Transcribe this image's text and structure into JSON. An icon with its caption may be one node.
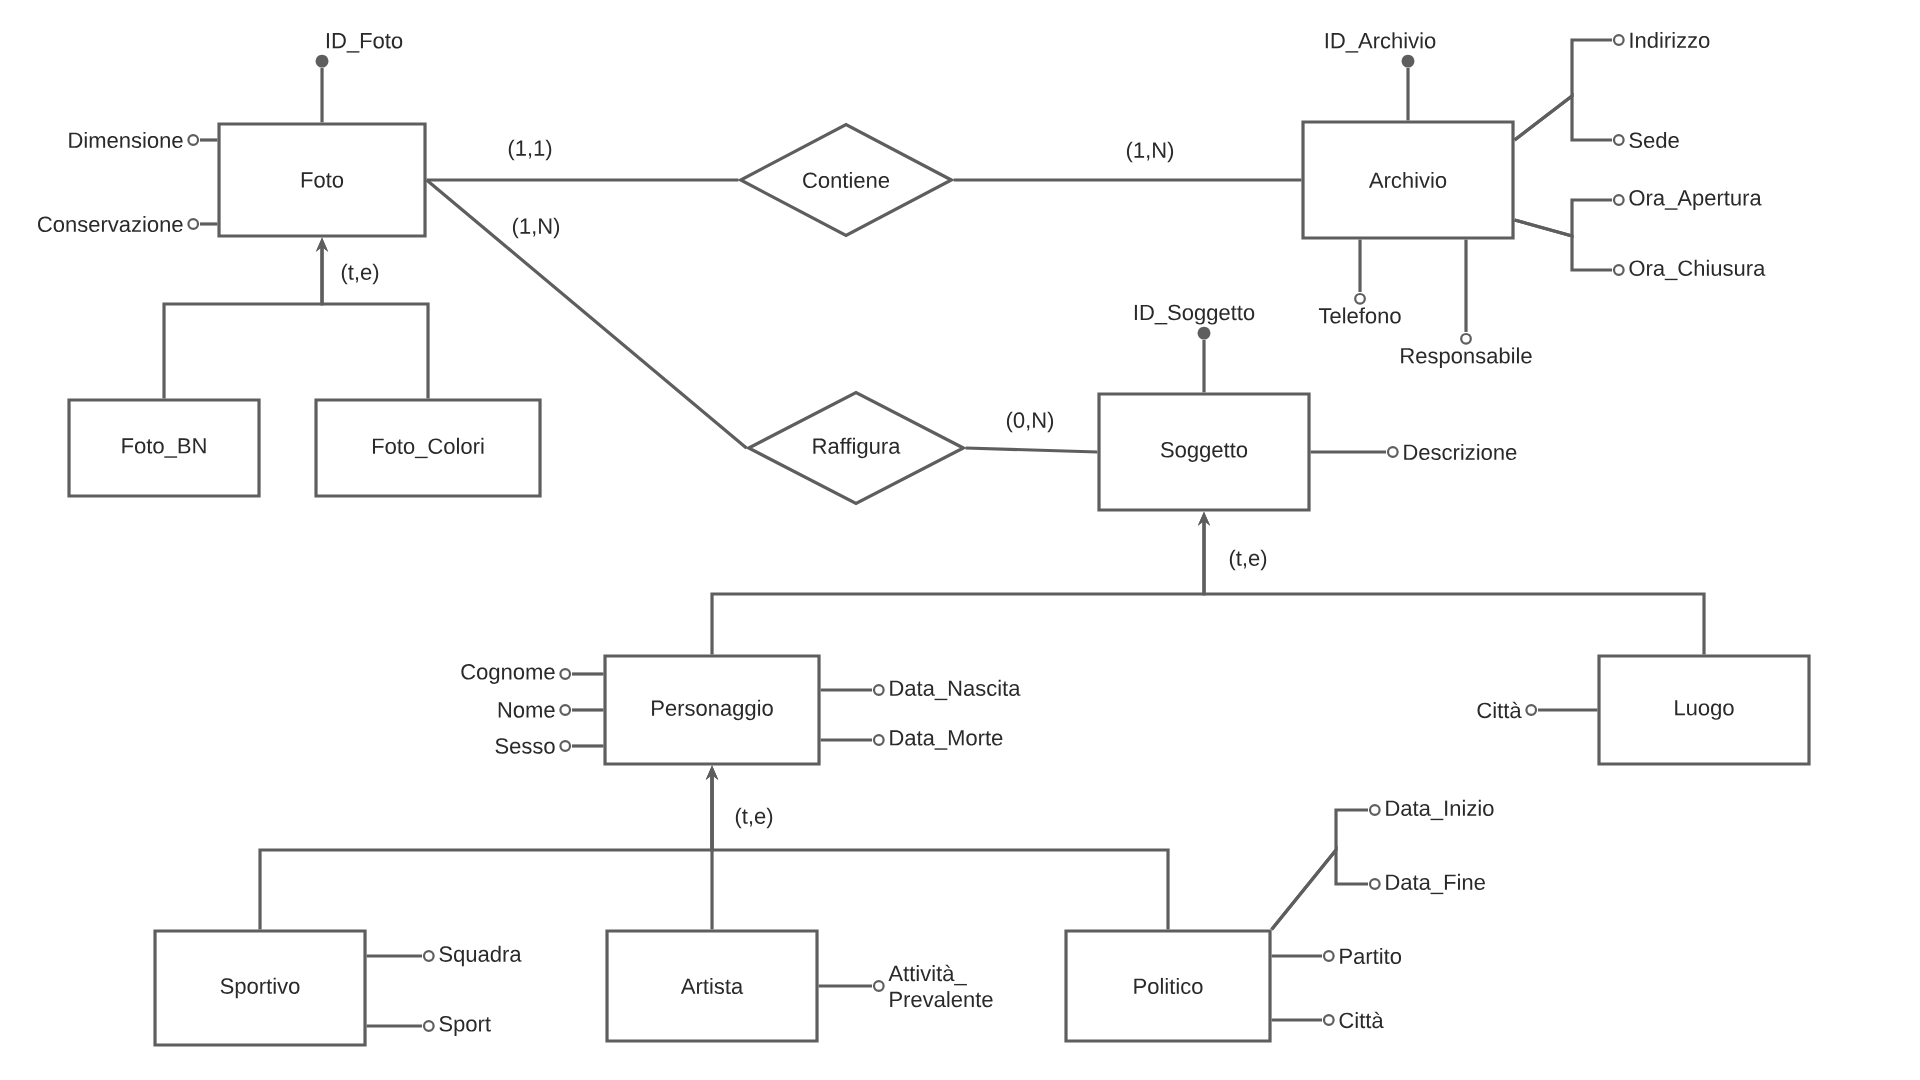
{
  "diagram": {
    "nodes": [
      {
        "text": [
          "ID_Foto"
        ]
      },
      {
        "text": [
          "Dimensione"
        ]
      },
      {
        "text": [
          "Foto"
        ]
      },
      {
        "text": [
          "Conservazione"
        ]
      },
      {
        "text": [
          "Contiene"
        ]
      },
      {
        "text": [
          "ID_Archivio"
        ]
      },
      {
        "text": [
          "Archivio"
        ]
      },
      {
        "text": [
          "Indirizzo"
        ]
      },
      {
        "text": [
          "Sede"
        ]
      },
      {
        "text": [
          "Ora_Apertura"
        ]
      },
      {
        "text": [
          "Ora_Chiusura"
        ]
      },
      {
        "text": [
          "ID_Soggetto"
        ]
      },
      {
        "text": [
          "Telefono"
        ]
      },
      {
        "text": [
          "Responsabile"
        ]
      },
      {
        "text": [
          "Foto_BN"
        ]
      },
      {
        "text": [
          "Foto_Colori"
        ]
      },
      {
        "text": [
          "Raffigura"
        ]
      },
      {
        "text": [
          "Soggetto"
        ]
      },
      {
        "text": [
          "Descrizione"
        ]
      },
      {
        "text": [
          "Cognome"
        ]
      },
      {
        "text": [
          "Nome"
        ]
      },
      {
        "text": [
          "Sesso"
        ]
      },
      {
        "text": [
          "Personaggio"
        ]
      },
      {
        "text": [
          "Data_Nascita"
        ]
      },
      {
        "text": [
          "Data_Morte"
        ]
      },
      {
        "text": [
          "Città"
        ]
      },
      {
        "text": [
          "Luogo"
        ]
      },
      {
        "text": [
          "Data_Inizio"
        ]
      },
      {
        "text": [
          "Data_Fine"
        ]
      },
      {
        "text": [
          "Sportivo"
        ]
      },
      {
        "text": [
          "Squadra"
        ]
      },
      {
        "text": [
          "Sport"
        ]
      },
      {
        "text": [
          "Artista"
        ]
      },
      {
        "text": [
          "Attività_ Prevalente"
        ]
      },
      {
        "text": [
          "Politico"
        ]
      },
      {
        "text": [
          "Partito"
        ]
      },
      {
        "text": [
          "Città"
        ]
      }
    ],
    "edges": [
      {
        "from": 2,
        "to": 0,
        "arrow": "none"
      },
      {
        "from": 2,
        "to": 1,
        "arrow": "none"
      },
      {
        "from": 2,
        "to": 3,
        "arrow": "none"
      },
      {
        "from": 2,
        "to": 4,
        "arrow": "none",
        "label": "(1,1)"
      },
      {
        "from": 4,
        "to": 6,
        "arrow": "none",
        "label": "(1,N)"
      },
      {
        "from": 6,
        "to": 5,
        "arrow": "none"
      },
      {
        "from": 6,
        "to": 7,
        "arrow": "none"
      },
      {
        "from": 6,
        "to": 8,
        "arrow": "none"
      },
      {
        "from": 6,
        "to": 9,
        "arrow": "none"
      },
      {
        "from": 6,
        "to": 10,
        "arrow": "none"
      },
      {
        "from": 6,
        "to": 12,
        "arrow": "none"
      },
      {
        "from": 6,
        "to": 13,
        "arrow": "none"
      },
      {
        "from": 14,
        "to": 2,
        "arrow": "to"
      },
      {
        "from": 15,
        "to": 2,
        "arrow": "to"
      },
      {
        "from": 2,
        "to": 16,
        "arrow": "none",
        "label": "(1,N)"
      },
      {
        "from": 16,
        "to": 17,
        "arrow": "none",
        "label": "(0,N)"
      },
      {
        "from": 17,
        "to": 11,
        "arrow": "none"
      },
      {
        "from": 17,
        "to": 18,
        "arrow": "none"
      },
      {
        "from": 22,
        "to": 17,
        "arrow": "to"
      },
      {
        "from": 26,
        "to": 17,
        "arrow": "to"
      },
      {
        "from": 22,
        "to": 19,
        "arrow": "none"
      },
      {
        "from": 22,
        "to": 20,
        "arrow": "none"
      },
      {
        "from": 22,
        "to": 21,
        "arrow": "none"
      },
      {
        "from": 22,
        "to": 23,
        "arrow": "none"
      },
      {
        "from": 22,
        "to": 24,
        "arrow": "none"
      },
      {
        "from": 26,
        "to": 25,
        "arrow": "none"
      },
      {
        "from": 34,
        "to": 27,
        "arrow": "none"
      },
      {
        "from": 34,
        "to": 28,
        "arrow": "none"
      },
      {
        "from": 29,
        "to": 22,
        "arrow": "to"
      },
      {
        "from": 32,
        "to": 22,
        "arrow": "to"
      },
      {
        "from": 34,
        "to": 22,
        "arrow": "to"
      },
      {
        "from": 29,
        "to": 30,
        "arrow": "none"
      },
      {
        "from": 29,
        "to": 31,
        "arrow": "none"
      },
      {
        "from": 32,
        "to": 33,
        "arrow": "none"
      },
      {
        "from": 34,
        "to": 35,
        "arrow": "none"
      },
      {
        "from": 34,
        "to": 36,
        "arrow": "none"
      }
    ],
    "labels": [
      "(t,e)",
      "(t,e)",
      "(t,e)"
    ]
  }
}
